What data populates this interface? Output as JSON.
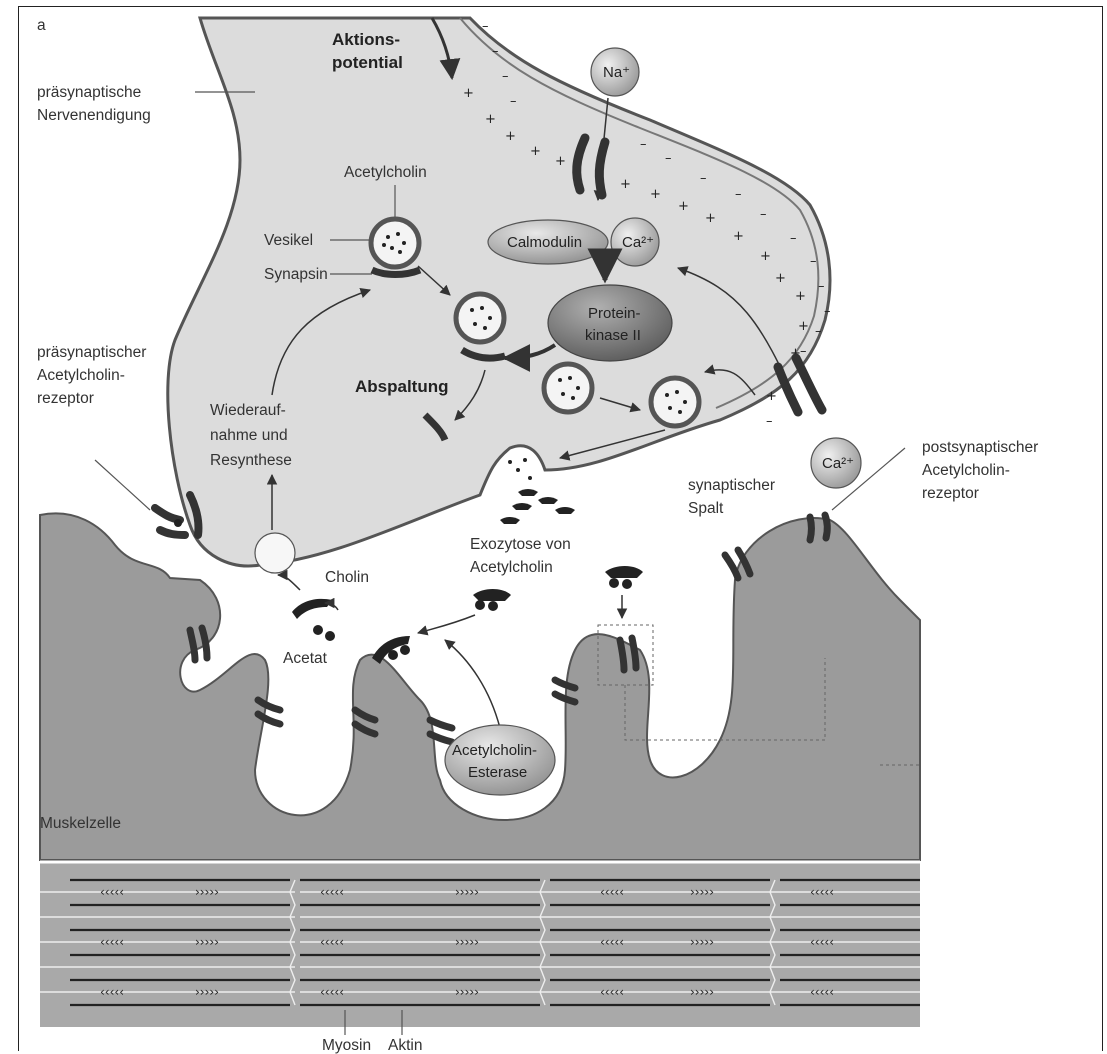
{
  "panel_label": "a",
  "labels": {
    "action_potential_1": "Aktions-",
    "action_potential_2": "potential",
    "presynaptic_ending_1": "präsynaptische",
    "presynaptic_ending_2": "Nervenendigung",
    "acetylcholine_top": "Acetylcholin",
    "vesicle": "Vesikel",
    "synapsin": "Synapsin",
    "presyn_receptor_1": "präsynaptischer",
    "presyn_receptor_2": "Acetylcholin-",
    "presyn_receptor_3": "rezeptor",
    "cleavage": "Abspaltung",
    "reuptake_1": "Wiederauf-",
    "reuptake_2": "nahme und",
    "reuptake_3": "Resynthese",
    "cleft_1": "synaptischer",
    "cleft_2": "Spalt",
    "postsyn_receptor_1": "postsynaptischer",
    "postsyn_receptor_2": "Acetylcholin-",
    "postsyn_receptor_3": "rezeptor",
    "exocytosis_1": "Exozytose von",
    "exocytosis_2": "Acetylcholin",
    "choline": "Cholin",
    "acetate": "Acetat",
    "muscle_cell": "Muskelzelle",
    "myosin": "Myosin",
    "actin": "Aktin"
  },
  "nodes": {
    "sodium": "Na⁺",
    "calmodulin": "Calmodulin",
    "calcium_complex": "Ca²⁺",
    "calcium_channel": "Ca²⁺",
    "protein_kinase_1": "Protein-",
    "protein_kinase_2": "kinase II",
    "esterase_1": "Acetylcholin-",
    "esterase_2": "Esterase"
  },
  "colors": {
    "muscle": "#9b9b9b",
    "presynaptic": "#dcdcdc",
    "membrane": "#555555",
    "dark": "#333333"
  }
}
